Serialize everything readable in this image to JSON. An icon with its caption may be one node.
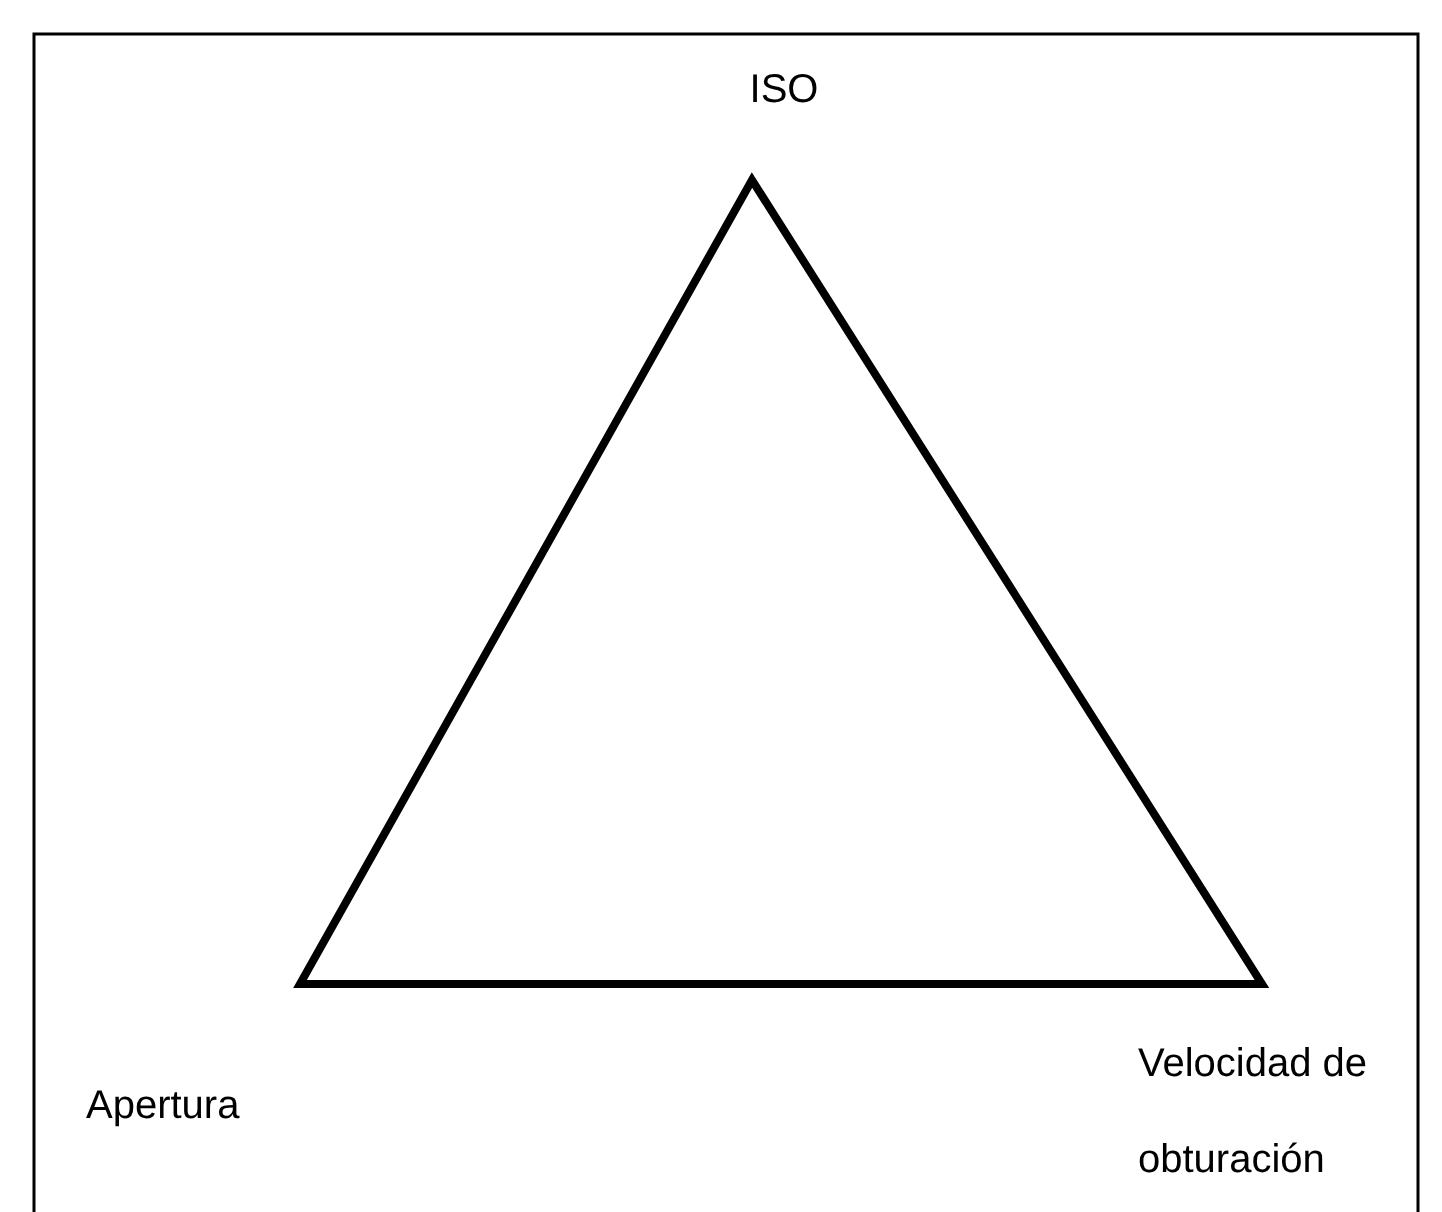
{
  "diagram": {
    "labels": [
      "ISO",
      "Apertura",
      "Velocidad de obturación"
    ]
  }
}
